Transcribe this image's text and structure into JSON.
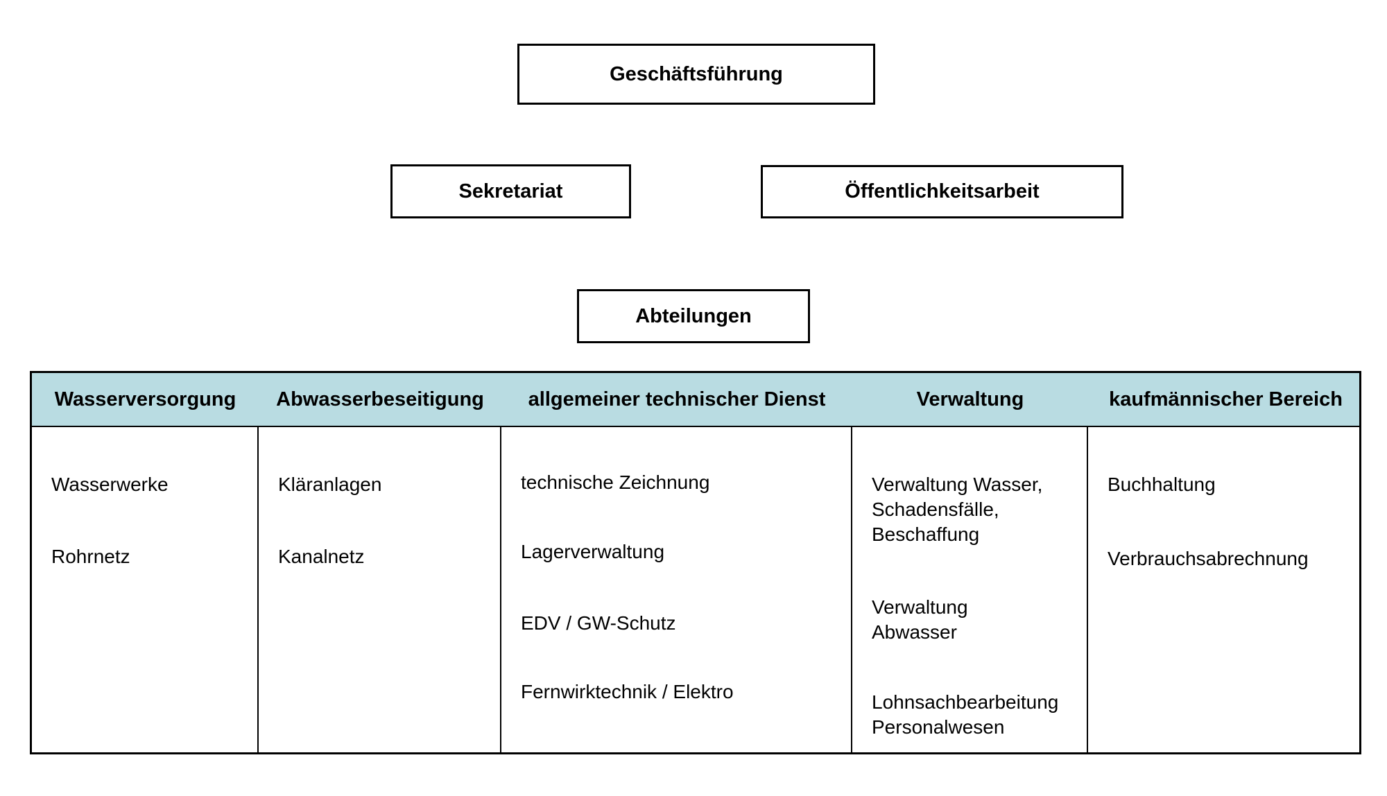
{
  "boxes": {
    "management": "Geschäftsführung",
    "secretariat": "Sekretariat",
    "public_relations": "Öffentlichkeitsarbeit",
    "departments": "Abteilungen"
  },
  "colors": {
    "header_bg": "#b9dce2",
    "border": "#000000",
    "text": "#000000",
    "background": "#ffffff"
  },
  "table": {
    "columns": [
      {
        "header": "Wasserversorgung",
        "items": [
          "Wasserwerke",
          "Rohrnetz"
        ]
      },
      {
        "header": "Abwasserbeseitigung",
        "items": [
          "Kläranlagen",
          "Kanalnetz"
        ]
      },
      {
        "header": "allgemeiner technischer Dienst",
        "items": [
          "technische Zeichnung",
          "Lagerverwaltung",
          "EDV / GW-Schutz",
          "Fernwirktechnik / Elektro"
        ]
      },
      {
        "header": "Verwaltung",
        "items": [
          "Verwaltung Wasser,\nSchadensfälle,\nBeschaffung",
          "Verwaltung\nAbwasser",
          "Lohnsachbearbeitung\nPersonalwesen"
        ]
      },
      {
        "header": "kaufmännischer Bereich",
        "items": [
          "Buchhaltung",
          "Verbrauchsabrechnung"
        ]
      }
    ]
  }
}
